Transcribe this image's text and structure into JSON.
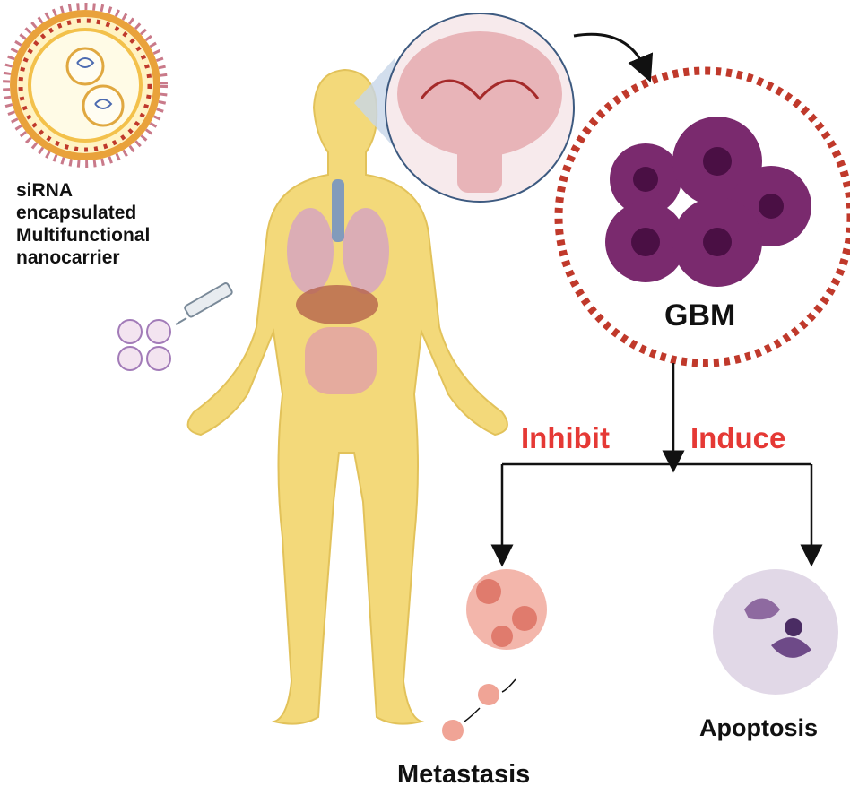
{
  "labels": {
    "nanocarrier": [
      "siRNA",
      "encapsulated",
      "Multifunctional",
      "nanocarrier"
    ],
    "gbm": "GBM",
    "inhibit": "Inhibit",
    "induce": "Induce",
    "apoptosis": "Apoptosis",
    "metastasis": "Metastasis"
  },
  "colors": {
    "body": "#f3d97a",
    "body_outline": "#e2c25a",
    "gbm_cell": "#7a2a6e",
    "gbm_nucleus": "#4a0f44",
    "gbm_ring": "#c0392b",
    "accent_text": "#e53935",
    "metastasis_cell": "#f0a496",
    "apoptosis_cell": "#a98ab8",
    "brain": "#e8b4b8",
    "vessel": "#a52a2a"
  },
  "icons": [
    "nanocarrier-icon",
    "syringe-icon",
    "brain-section-icon",
    "gbm-tumor-icon",
    "metastasis-cluster-icon",
    "apoptosis-cells-icon",
    "human-body-icon"
  ]
}
